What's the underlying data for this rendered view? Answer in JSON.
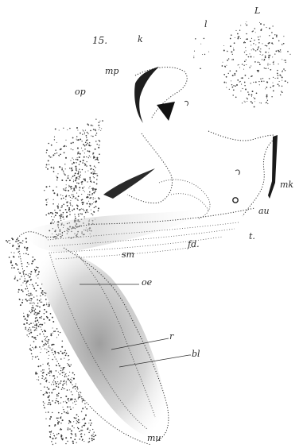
{
  "figure": {
    "number": "15.",
    "labels": {
      "k": "k",
      "l1": "l",
      "l2": "L",
      "mp": "mp",
      "op": "op",
      "mk": "mk",
      "au": "au",
      "t": "t.",
      "fd": "fd.",
      "sm": "sm",
      "oe": "oe",
      "r": "r",
      "bl": "bl",
      "mu": "mu"
    }
  },
  "colors": {
    "ink": "#2a2a2a",
    "shade": "#9a9a9a",
    "paper": "#ffffff"
  }
}
